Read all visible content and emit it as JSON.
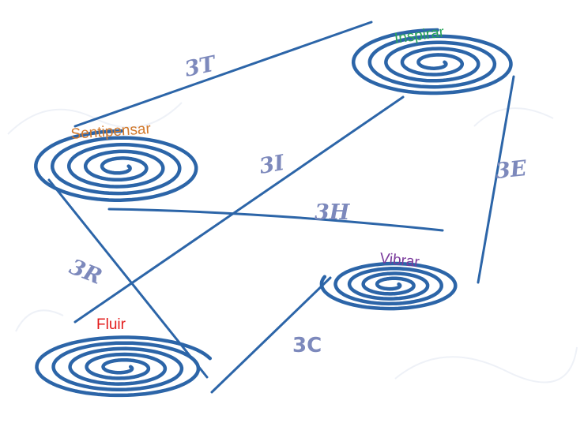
{
  "colors": {
    "stroke": "#2c65a8",
    "edge_label": "#7d89bc",
    "inspirar": "#27a35a",
    "sentipensar": "#d2782a",
    "vibrar": "#7a3a9c",
    "fluir": "#e31c1c"
  },
  "nodes": {
    "inspirar": "Inspirar",
    "sentipensar": "Sentipensar",
    "vibrar": "Vibrar",
    "fluir": "Fluir"
  },
  "edges": {
    "t": "3T",
    "i": "3I",
    "e": "3E",
    "h": "3H",
    "r": "3R",
    "c": "3C"
  }
}
